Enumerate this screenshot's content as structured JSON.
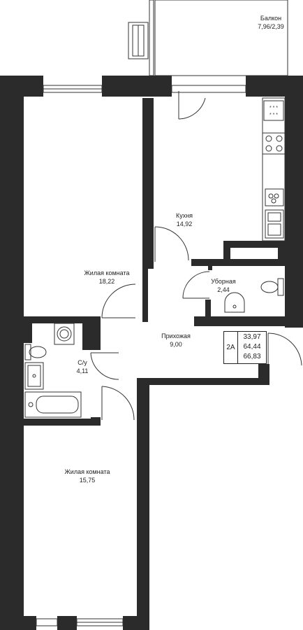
{
  "rooms": {
    "balcony": {
      "name": "Балкон",
      "area": "7,96/2,39"
    },
    "kitchen": {
      "name": "Кухня",
      "area": "14,92"
    },
    "living_room_1": {
      "name": "Жилая комната",
      "area": "18,22"
    },
    "toilet": {
      "name": "Уборная",
      "area": "2,44"
    },
    "hallway": {
      "name": "Прихожая",
      "area": "9,00"
    },
    "bathroom": {
      "name": "С/у",
      "area": "4,11"
    },
    "living_room_2": {
      "name": "Жилая комната",
      "area": "15,75"
    }
  },
  "apartment": {
    "type": "2А",
    "areas": [
      "33,97",
      "64,44",
      "66,83"
    ]
  },
  "colors": {
    "wall": "#2b2b2b",
    "line": "#333333",
    "background": "#ffffff"
  }
}
